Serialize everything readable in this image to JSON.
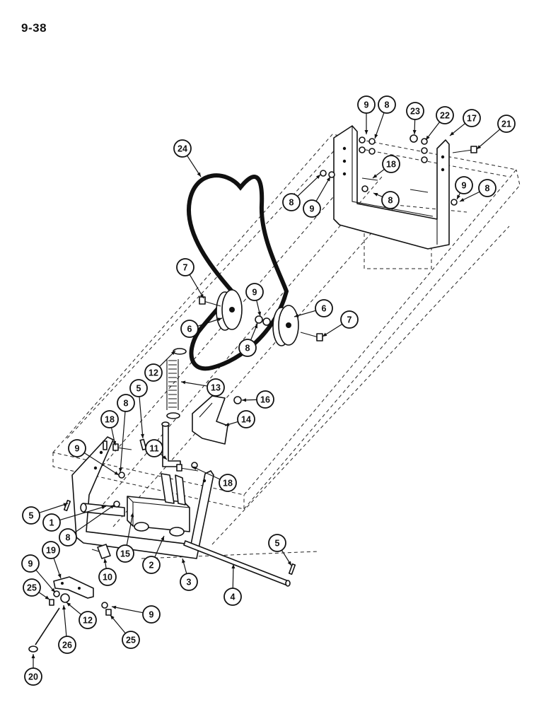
{
  "page": {
    "number": "9-38"
  },
  "callouts": [
    {
      "id": "c9a",
      "label": "9"
    },
    {
      "id": "c8a",
      "label": "8"
    },
    {
      "id": "c23",
      "label": "23"
    },
    {
      "id": "c22",
      "label": "22"
    },
    {
      "id": "c17",
      "label": "17"
    },
    {
      "id": "c21",
      "label": "21"
    },
    {
      "id": "c24",
      "label": "24"
    },
    {
      "id": "c18a",
      "label": "18"
    },
    {
      "id": "c8b",
      "label": "8"
    },
    {
      "id": "c9b",
      "label": "9"
    },
    {
      "id": "c8c",
      "label": "8"
    },
    {
      "id": "c9c",
      "label": "9"
    },
    {
      "id": "c8d",
      "label": "8"
    },
    {
      "id": "c7a",
      "label": "7"
    },
    {
      "id": "c9d",
      "label": "9"
    },
    {
      "id": "c6a",
      "label": "6"
    },
    {
      "id": "c6b",
      "label": "6"
    },
    {
      "id": "c7b",
      "label": "7"
    },
    {
      "id": "c8e",
      "label": "8"
    },
    {
      "id": "c12a",
      "label": "12"
    },
    {
      "id": "c13",
      "label": "13"
    },
    {
      "id": "c16",
      "label": "16"
    },
    {
      "id": "c5a",
      "label": "5"
    },
    {
      "id": "c8f",
      "label": "8"
    },
    {
      "id": "c14",
      "label": "14"
    },
    {
      "id": "c18b",
      "label": "18"
    },
    {
      "id": "c11",
      "label": "11"
    },
    {
      "id": "c9e",
      "label": "9"
    },
    {
      "id": "c5b",
      "label": "5"
    },
    {
      "id": "c1",
      "label": "1"
    },
    {
      "id": "c8g",
      "label": "8"
    },
    {
      "id": "c18c",
      "label": "18"
    },
    {
      "id": "c15",
      "label": "15"
    },
    {
      "id": "c2",
      "label": "2"
    },
    {
      "id": "c5c",
      "label": "5"
    },
    {
      "id": "c19",
      "label": "19"
    },
    {
      "id": "c9f",
      "label": "9"
    },
    {
      "id": "c10",
      "label": "10"
    },
    {
      "id": "c3",
      "label": "3"
    },
    {
      "id": "c25a",
      "label": "25"
    },
    {
      "id": "c4",
      "label": "4"
    },
    {
      "id": "c12b",
      "label": "12"
    },
    {
      "id": "c9g",
      "label": "9"
    },
    {
      "id": "c26",
      "label": "26"
    },
    {
      "id": "c25b",
      "label": "25"
    },
    {
      "id": "c20",
      "label": "20"
    }
  ],
  "colors": {
    "ink": "#111111",
    "paper": "#ffffff"
  }
}
